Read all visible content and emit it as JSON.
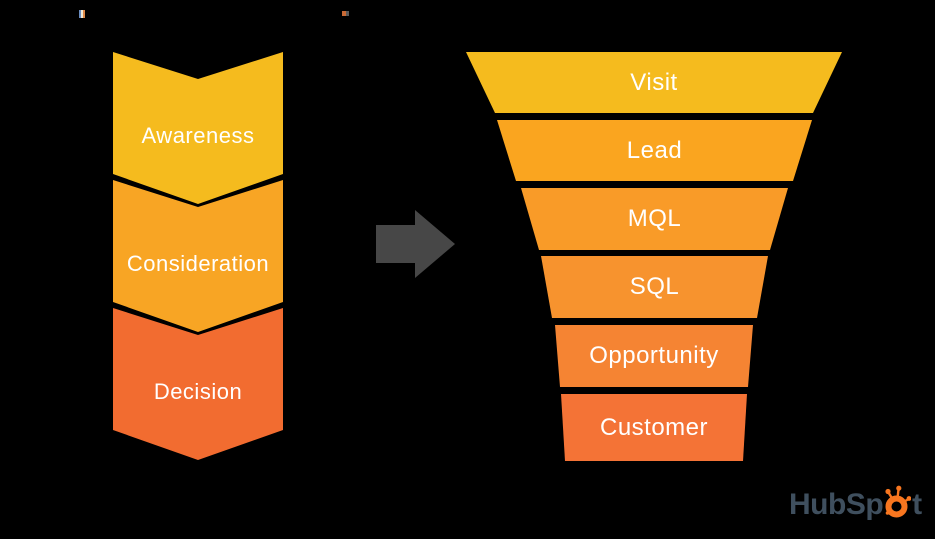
{
  "background_color": "#000000",
  "journey": {
    "stages": [
      {
        "label": "Awareness",
        "color": "#F5BB1E"
      },
      {
        "label": "Consideration",
        "color": "#F8A524"
      },
      {
        "label": "Decision",
        "color": "#F26C30"
      }
    ]
  },
  "arrow": {
    "direction": "right",
    "color": "#474747"
  },
  "funnel": {
    "bands": [
      {
        "label": "Visit",
        "color": "#F5BB1E"
      },
      {
        "label": "Lead",
        "color": "#FAA51F"
      },
      {
        "label": "MQL",
        "color": "#F99B28"
      },
      {
        "label": "SQL",
        "color": "#F7932E"
      },
      {
        "label": "Opportunity",
        "color": "#F58433"
      },
      {
        "label": "Customer",
        "color": "#F47336"
      }
    ]
  },
  "logo": {
    "name": "HubSpot",
    "prefix": "HubSp",
    "suffix": "t",
    "text_color": "#3F4F5E",
    "sprocket_color": "#F8761F"
  }
}
